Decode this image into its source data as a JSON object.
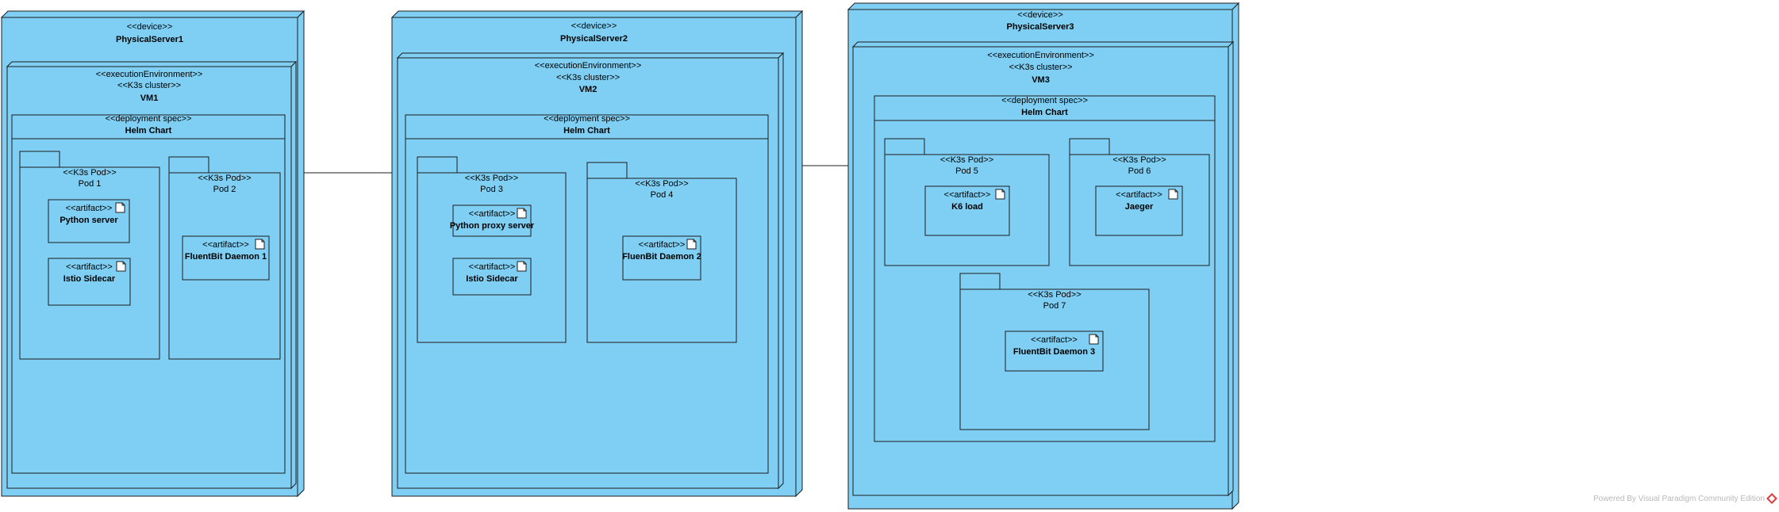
{
  "colors": {
    "fill": "#7ecff3",
    "stroke": "#1d1d1d",
    "background": "#ffffff",
    "logo": "#d64545"
  },
  "servers": [
    {
      "stereotype": "<<device>>",
      "name": "PhysicalServer1",
      "vm": {
        "stereotypes": [
          "<<executionEnvironment>>",
          "<<K3s cluster>>"
        ],
        "name": "VM1",
        "helm": {
          "stereotype": "<<deployment spec>>",
          "name": "Helm Chart"
        },
        "pods": [
          {
            "stereotype": "<<K3s Pod>>",
            "name": "Pod 1",
            "artifacts": [
              {
                "stereotype": "<<artifact>>",
                "name": "Python server"
              },
              {
                "stereotype": "<<artifact>>",
                "name": "Istio Sidecar"
              }
            ]
          },
          {
            "stereotype": "<<K3s Pod>>",
            "name": "Pod 2",
            "artifacts": [
              {
                "stereotype": "<<artifact>>",
                "name": "FluentBit Daemon  1"
              }
            ]
          }
        ]
      }
    },
    {
      "stereotype": "<<device>>",
      "name": "PhysicalServer2",
      "vm": {
        "stereotypes": [
          "<<executionEnvironment>>",
          "<<K3s cluster>>"
        ],
        "name": "VM2",
        "helm": {
          "stereotype": "<<deployment spec>>",
          "name": "Helm Chart"
        },
        "pods": [
          {
            "stereotype": "<<K3s Pod>>",
            "name": "Pod 3",
            "artifacts": [
              {
                "stereotype": "<<artifact>>",
                "name": "Python proxy server"
              },
              {
                "stereotype": "<<artifact>>",
                "name": "Istio Sidecar"
              }
            ]
          },
          {
            "stereotype": "<<K3s Pod>>",
            "name": "Pod 4",
            "artifacts": [
              {
                "stereotype": "<<artifact>>",
                "name": "FluenBit Daemon 2"
              }
            ]
          }
        ]
      }
    },
    {
      "stereotype": "<<device>>",
      "name": "PhysicalServer3",
      "vm": {
        "stereotypes": [
          "<<executionEnvironment>>",
          "<<K3s cluster>>"
        ],
        "name": "VM3",
        "helm": {
          "stereotype": "<<deployment spec>>",
          "name": "Helm Chart"
        },
        "pods": [
          {
            "stereotype": "<<K3s Pod>>",
            "name": "Pod 5",
            "artifacts": [
              {
                "stereotype": "<<artifact>>",
                "name": "K6 load"
              }
            ]
          },
          {
            "stereotype": "<<K3s Pod>>",
            "name": "Pod 6",
            "artifacts": [
              {
                "stereotype": "<<artifact>>",
                "name": "Jaeger"
              }
            ]
          },
          {
            "stereotype": "<<K3s Pod>>",
            "name": "Pod 7",
            "artifacts": [
              {
                "stereotype": "<<artifact>>",
                "name": "FluentBit Daemon 3"
              }
            ]
          }
        ]
      }
    }
  ],
  "connectors": 2,
  "watermark": "Powered By  Visual Paradigm Community Edition"
}
